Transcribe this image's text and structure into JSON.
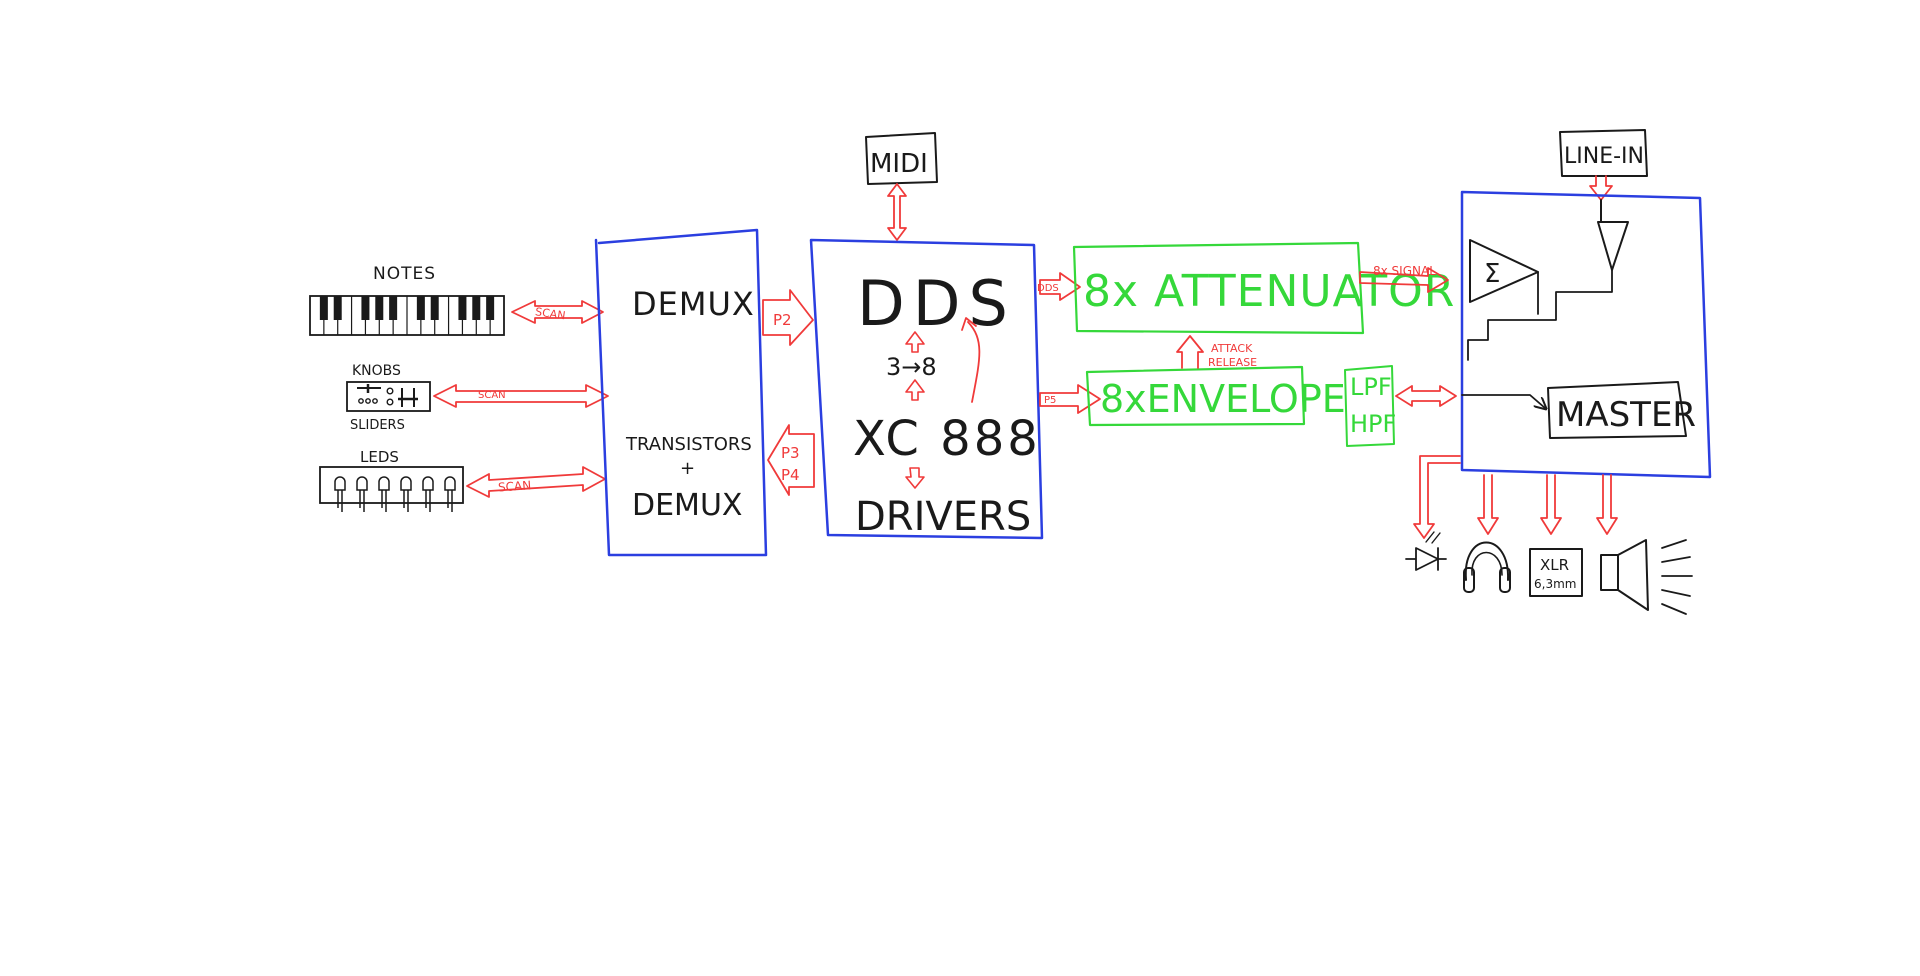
{
  "colors": {
    "background": "#ffffff",
    "ink": "#1a1a1a",
    "block_border": "#2b3fe0",
    "analog_block": "#35d83a",
    "signal_arrow": "#f03a3a"
  },
  "inputs": {
    "notes_label": "NOTES",
    "knobs_label": "KNOBS",
    "sliders_label": "SLIDERS",
    "leds_label": "LEDS"
  },
  "demux_block": {
    "top_label": "DEMUX",
    "bottom_label_line1": "TRANSISTORS",
    "bottom_label_plus": "+",
    "bottom_label_line2": "DEMUX"
  },
  "mcu_block": {
    "dds_label": "DDS",
    "conversion_label": "3→8",
    "chip_label": "XC 888",
    "drivers_label": "DRIVERS"
  },
  "midi_label": "MIDI",
  "line_in_label": "LINE-IN",
  "attenuator_label": "8x ATTENUATOR",
  "envelope_label": "8xENVELOPE",
  "filter_labels": {
    "lpf": "LPF",
    "hpf": "HPF"
  },
  "mixer_block": {
    "sum_symbol": "Σ",
    "master_label": "MASTER"
  },
  "outputs": {
    "xlr_line1": "XLR",
    "xlr_line2": "6,3mm"
  },
  "arrow_labels": {
    "scan_notes": "SCAN",
    "scan_knobs": "SCAN",
    "scan_leds": "SCAN",
    "p2": "P2",
    "p3": "P3",
    "p4": "P4",
    "dds": "DDS",
    "p5": "P5",
    "signal": "8x SIGNAL",
    "attack": "ATTACK",
    "release": "RELEASE"
  },
  "icons": {
    "keyboard": "piano-keyboard-icon",
    "knobs_sliders": "knobs-sliders-panel-icon",
    "leds": "led-array-icon",
    "led_output": "led-indicator-icon",
    "headphones": "headphones-icon",
    "speaker": "speaker-icon",
    "amplifier": "triangle-amplifier-icon"
  }
}
